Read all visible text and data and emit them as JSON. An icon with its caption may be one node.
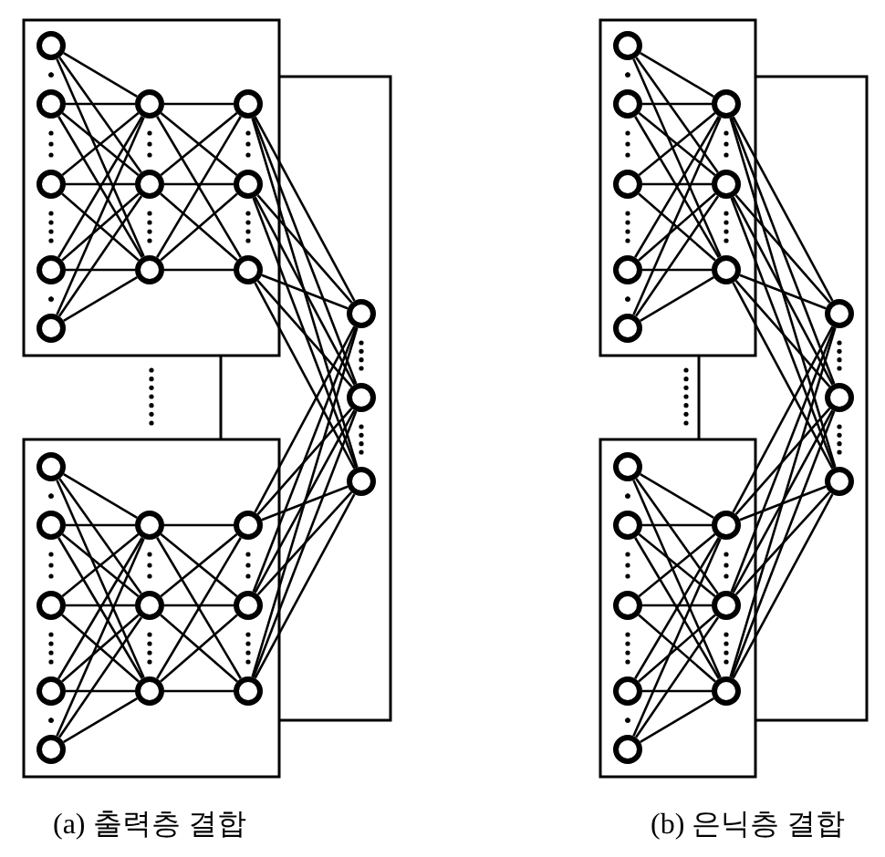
{
  "diagram": {
    "nodes": [
      {
        "text": [],
        "shape": "circle"
      },
      {
        "text": [],
        "shape": "circle"
      },
      {
        "text": [],
        "shape": "circle"
      },
      {
        "text": [],
        "shape": "circle"
      },
      {
        "text": [],
        "shape": "circle"
      },
      {
        "text": [],
        "shape": "circle"
      },
      {
        "text": [],
        "shape": "circle"
      },
      {
        "text": [],
        "shape": "circle"
      },
      {
        "text": [],
        "shape": "circle"
      },
      {
        "text": [],
        "shape": "circle"
      },
      {
        "text": [],
        "shape": "circle"
      },
      {
        "text": [],
        "shape": "circle"
      },
      {
        "text": [],
        "shape": "circle"
      },
      {
        "text": [],
        "shape": "circle"
      },
      {
        "text": [],
        "shape": "circle"
      },
      {
        "text": [],
        "shape": "circle"
      },
      {
        "text": [],
        "shape": "circle"
      },
      {
        "text": [],
        "shape": "circle"
      },
      {
        "text": [],
        "shape": "circle"
      },
      {
        "text": [],
        "shape": "circle"
      },
      {
        "text": [],
        "shape": "circle"
      },
      {
        "text": [],
        "shape": "circle"
      },
      {
        "text": [],
        "shape": "circle"
      },
      {
        "text": [],
        "shape": "circle"
      },
      {
        "text": [],
        "shape": "circle"
      },
      {
        "text": [],
        "shape": "circle"
      },
      {
        "text": [],
        "shape": "circle"
      },
      {
        "text": [],
        "shape": "circle"
      },
      {
        "text": [],
        "shape": "circle"
      },
      {
        "text": [],
        "shape": "circle"
      },
      {
        "text": [],
        "shape": "circle"
      },
      {
        "text": [],
        "shape": "circle"
      },
      {
        "text": [],
        "shape": "circle"
      },
      {
        "text": [],
        "shape": "circle"
      },
      {
        "text": [],
        "shape": "circle"
      },
      {
        "text": [],
        "shape": "circle"
      },
      {
        "text": [],
        "shape": "circle"
      },
      {
        "text": [],
        "shape": "circle"
      },
      {
        "text": [],
        "shape": "circle"
      },
      {
        "text": [],
        "shape": "circle"
      },
      {
        "text": [],
        "shape": "circle"
      },
      {
        "text": [],
        "shape": "circle"
      },
      {
        "text": [],
        "shape": "circle"
      },
      {
        "text": [],
        "shape": "circle"
      }
    ],
    "edges": [
      {
        "from": 0,
        "to": 5,
        "arrow": "none"
      },
      {
        "from": 0,
        "to": 6,
        "arrow": "none"
      },
      {
        "from": 0,
        "to": 7,
        "arrow": "none"
      },
      {
        "from": 1,
        "to": 5,
        "arrow": "none"
      },
      {
        "from": 1,
        "to": 6,
        "arrow": "none"
      },
      {
        "from": 1,
        "to": 7,
        "arrow": "none"
      },
      {
        "from": 2,
        "to": 5,
        "arrow": "none"
      },
      {
        "from": 2,
        "to": 6,
        "arrow": "none"
      },
      {
        "from": 2,
        "to": 7,
        "arrow": "none"
      },
      {
        "from": 3,
        "to": 5,
        "arrow": "none"
      },
      {
        "from": 3,
        "to": 6,
        "arrow": "none"
      },
      {
        "from": 3,
        "to": 7,
        "arrow": "none"
      },
      {
        "from": 4,
        "to": 5,
        "arrow": "none"
      },
      {
        "from": 4,
        "to": 6,
        "arrow": "none"
      },
      {
        "from": 4,
        "to": 7,
        "arrow": "none"
      },
      {
        "from": 5,
        "to": 8,
        "arrow": "none"
      },
      {
        "from": 5,
        "to": 9,
        "arrow": "none"
      },
      {
        "from": 5,
        "to": 10,
        "arrow": "none"
      },
      {
        "from": 6,
        "to": 8,
        "arrow": "none"
      },
      {
        "from": 6,
        "to": 9,
        "arrow": "none"
      },
      {
        "from": 6,
        "to": 10,
        "arrow": "none"
      },
      {
        "from": 7,
        "to": 8,
        "arrow": "none"
      },
      {
        "from": 7,
        "to": 9,
        "arrow": "none"
      },
      {
        "from": 7,
        "to": 10,
        "arrow": "none"
      },
      {
        "from": 11,
        "to": 16,
        "arrow": "none"
      },
      {
        "from": 11,
        "to": 17,
        "arrow": "none"
      },
      {
        "from": 11,
        "to": 18,
        "arrow": "none"
      },
      {
        "from": 12,
        "to": 16,
        "arrow": "none"
      },
      {
        "from": 12,
        "to": 17,
        "arrow": "none"
      },
      {
        "from": 12,
        "to": 18,
        "arrow": "none"
      },
      {
        "from": 13,
        "to": 16,
        "arrow": "none"
      },
      {
        "from": 13,
        "to": 17,
        "arrow": "none"
      },
      {
        "from": 13,
        "to": 18,
        "arrow": "none"
      },
      {
        "from": 14,
        "to": 16,
        "arrow": "none"
      },
      {
        "from": 14,
        "to": 17,
        "arrow": "none"
      },
      {
        "from": 14,
        "to": 18,
        "arrow": "none"
      },
      {
        "from": 15,
        "to": 16,
        "arrow": "none"
      },
      {
        "from": 15,
        "to": 17,
        "arrow": "none"
      },
      {
        "from": 15,
        "to": 18,
        "arrow": "none"
      },
      {
        "from": 16,
        "to": 19,
        "arrow": "none"
      },
      {
        "from": 16,
        "to": 20,
        "arrow": "none"
      },
      {
        "from": 16,
        "to": 21,
        "arrow": "none"
      },
      {
        "from": 17,
        "to": 19,
        "arrow": "none"
      },
      {
        "from": 17,
        "to": 20,
        "arrow": "none"
      },
      {
        "from": 17,
        "to": 21,
        "arrow": "none"
      },
      {
        "from": 18,
        "to": 19,
        "arrow": "none"
      },
      {
        "from": 18,
        "to": 20,
        "arrow": "none"
      },
      {
        "from": 18,
        "to": 21,
        "arrow": "none"
      },
      {
        "from": 8,
        "to": 22,
        "arrow": "none"
      },
      {
        "from": 8,
        "to": 23,
        "arrow": "none"
      },
      {
        "from": 8,
        "to": 24,
        "arrow": "none"
      },
      {
        "from": 9,
        "to": 22,
        "arrow": "none"
      },
      {
        "from": 9,
        "to": 23,
        "arrow": "none"
      },
      {
        "from": 9,
        "to": 24,
        "arrow": "none"
      },
      {
        "from": 10,
        "to": 22,
        "arrow": "none"
      },
      {
        "from": 10,
        "to": 23,
        "arrow": "none"
      },
      {
        "from": 10,
        "to": 24,
        "arrow": "none"
      },
      {
        "from": 19,
        "to": 22,
        "arrow": "none"
      },
      {
        "from": 19,
        "to": 23,
        "arrow": "none"
      },
      {
        "from": 19,
        "to": 24,
        "arrow": "none"
      },
      {
        "from": 20,
        "to": 22,
        "arrow": "none"
      },
      {
        "from": 20,
        "to": 23,
        "arrow": "none"
      },
      {
        "from": 20,
        "to": 24,
        "arrow": "none"
      },
      {
        "from": 21,
        "to": 22,
        "arrow": "none"
      },
      {
        "from": 21,
        "to": 23,
        "arrow": "none"
      },
      {
        "from": 21,
        "to": 24,
        "arrow": "none"
      },
      {
        "from": 25,
        "to": 30,
        "arrow": "none"
      },
      {
        "from": 25,
        "to": 31,
        "arrow": "none"
      },
      {
        "from": 25,
        "to": 32,
        "arrow": "none"
      },
      {
        "from": 26,
        "to": 30,
        "arrow": "none"
      },
      {
        "from": 26,
        "to": 31,
        "arrow": "none"
      },
      {
        "from": 26,
        "to": 32,
        "arrow": "none"
      },
      {
        "from": 27,
        "to": 30,
        "arrow": "none"
      },
      {
        "from": 27,
        "to": 31,
        "arrow": "none"
      },
      {
        "from": 27,
        "to": 32,
        "arrow": "none"
      },
      {
        "from": 28,
        "to": 30,
        "arrow": "none"
      },
      {
        "from": 28,
        "to": 31,
        "arrow": "none"
      },
      {
        "from": 28,
        "to": 32,
        "arrow": "none"
      },
      {
        "from": 29,
        "to": 30,
        "arrow": "none"
      },
      {
        "from": 29,
        "to": 31,
        "arrow": "none"
      },
      {
        "from": 29,
        "to": 32,
        "arrow": "none"
      },
      {
        "from": 33,
        "to": 38,
        "arrow": "none"
      },
      {
        "from": 33,
        "to": 39,
        "arrow": "none"
      },
      {
        "from": 33,
        "to": 40,
        "arrow": "none"
      },
      {
        "from": 34,
        "to": 38,
        "arrow": "none"
      },
      {
        "from": 34,
        "to": 39,
        "arrow": "none"
      },
      {
        "from": 34,
        "to": 40,
        "arrow": "none"
      },
      {
        "from": 35,
        "to": 38,
        "arrow": "none"
      },
      {
        "from": 35,
        "to": 39,
        "arrow": "none"
      },
      {
        "from": 35,
        "to": 40,
        "arrow": "none"
      },
      {
        "from": 36,
        "to": 38,
        "arrow": "none"
      },
      {
        "from": 36,
        "to": 39,
        "arrow": "none"
      },
      {
        "from": 36,
        "to": 40,
        "arrow": "none"
      },
      {
        "from": 37,
        "to": 38,
        "arrow": "none"
      },
      {
        "from": 37,
        "to": 39,
        "arrow": "none"
      },
      {
        "from": 37,
        "to": 40,
        "arrow": "none"
      },
      {
        "from": 30,
        "to": 41,
        "arrow": "none"
      },
      {
        "from": 30,
        "to": 42,
        "arrow": "none"
      },
      {
        "from": 30,
        "to": 43,
        "arrow": "none"
      },
      {
        "from": 31,
        "to": 41,
        "arrow": "none"
      },
      {
        "from": 31,
        "to": 42,
        "arrow": "none"
      },
      {
        "from": 31,
        "to": 43,
        "arrow": "none"
      },
      {
        "from": 32,
        "to": 41,
        "arrow": "none"
      },
      {
        "from": 32,
        "to": 42,
        "arrow": "none"
      },
      {
        "from": 32,
        "to": 43,
        "arrow": "none"
      },
      {
        "from": 38,
        "to": 41,
        "arrow": "none"
      },
      {
        "from": 38,
        "to": 42,
        "arrow": "none"
      },
      {
        "from": 38,
        "to": 43,
        "arrow": "none"
      },
      {
        "from": 39,
        "to": 41,
        "arrow": "none"
      },
      {
        "from": 39,
        "to": 42,
        "arrow": "none"
      },
      {
        "from": 39,
        "to": 43,
        "arrow": "none"
      },
      {
        "from": 40,
        "to": 41,
        "arrow": "none"
      },
      {
        "from": 40,
        "to": 42,
        "arrow": "none"
      },
      {
        "from": 40,
        "to": 43,
        "arrow": "none"
      }
    ],
    "labels": [
      "(a) 출력층 결합",
      "(b) 은닉층 결합"
    ]
  }
}
